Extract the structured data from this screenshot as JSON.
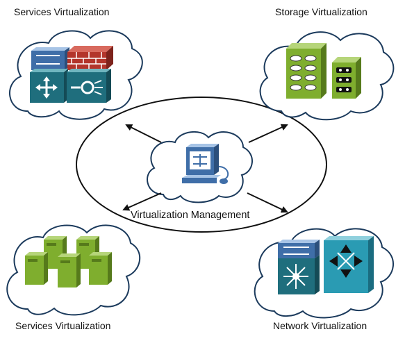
{
  "labels": {
    "top_left": "Services Virtualization",
    "top_right": "Storage Virtualization",
    "bottom_left": "Services Virtualization",
    "bottom_right": "Network Virtualization",
    "center": "Virtualization Management"
  },
  "colors": {
    "cloud_stroke": "#1b3a5c",
    "blue_device": "#3f6ea8",
    "teal_device": "#1f8a9a",
    "green_device": "#7fae2e",
    "firewall_red": "#b3352b"
  },
  "icons": [
    "switch-icon",
    "firewall-icon",
    "router-icon",
    "service-module-icon",
    "disk-array-icon",
    "tape-library-icon",
    "server-icon",
    "management-workstation-icon",
    "layer3-switch-icon"
  ]
}
